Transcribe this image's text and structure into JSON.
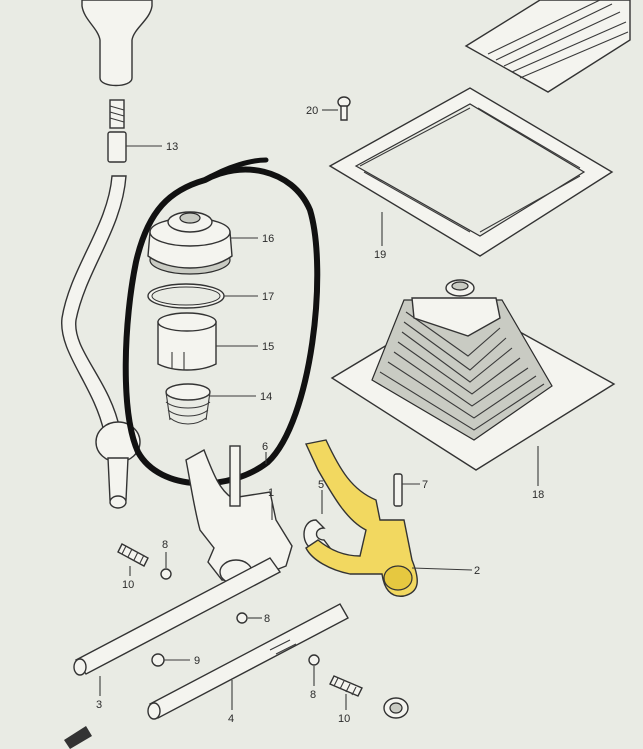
{
  "diagram": {
    "callouts": [
      {
        "id": "label-13",
        "text": "13"
      },
      {
        "id": "label-16",
        "text": "16"
      },
      {
        "id": "label-17",
        "text": "17"
      },
      {
        "id": "label-15",
        "text": "15"
      },
      {
        "id": "label-14",
        "text": "14"
      },
      {
        "id": "label-20",
        "text": "20"
      },
      {
        "id": "label-19",
        "text": "19"
      },
      {
        "id": "label-18",
        "text": "18"
      },
      {
        "id": "label-7",
        "text": "7"
      },
      {
        "id": "label-5",
        "text": "5"
      },
      {
        "id": "label-2",
        "text": "2"
      },
      {
        "id": "label-1",
        "text": "1"
      },
      {
        "id": "label-6",
        "text": "6"
      },
      {
        "id": "label-8a",
        "text": "8"
      },
      {
        "id": "label-8b",
        "text": "8"
      },
      {
        "id": "label-8c",
        "text": "8"
      },
      {
        "id": "label-10a",
        "text": "10"
      },
      {
        "id": "label-10b",
        "text": "10"
      },
      {
        "id": "label-9",
        "text": "9"
      },
      {
        "id": "label-3",
        "text": "3"
      },
      {
        "id": "label-4",
        "text": "4"
      }
    ],
    "colors": {
      "background": "#e9ebe4",
      "highlight_fork": "#f2d860",
      "circle_marker": "#111111",
      "line_art": "#333333"
    }
  }
}
